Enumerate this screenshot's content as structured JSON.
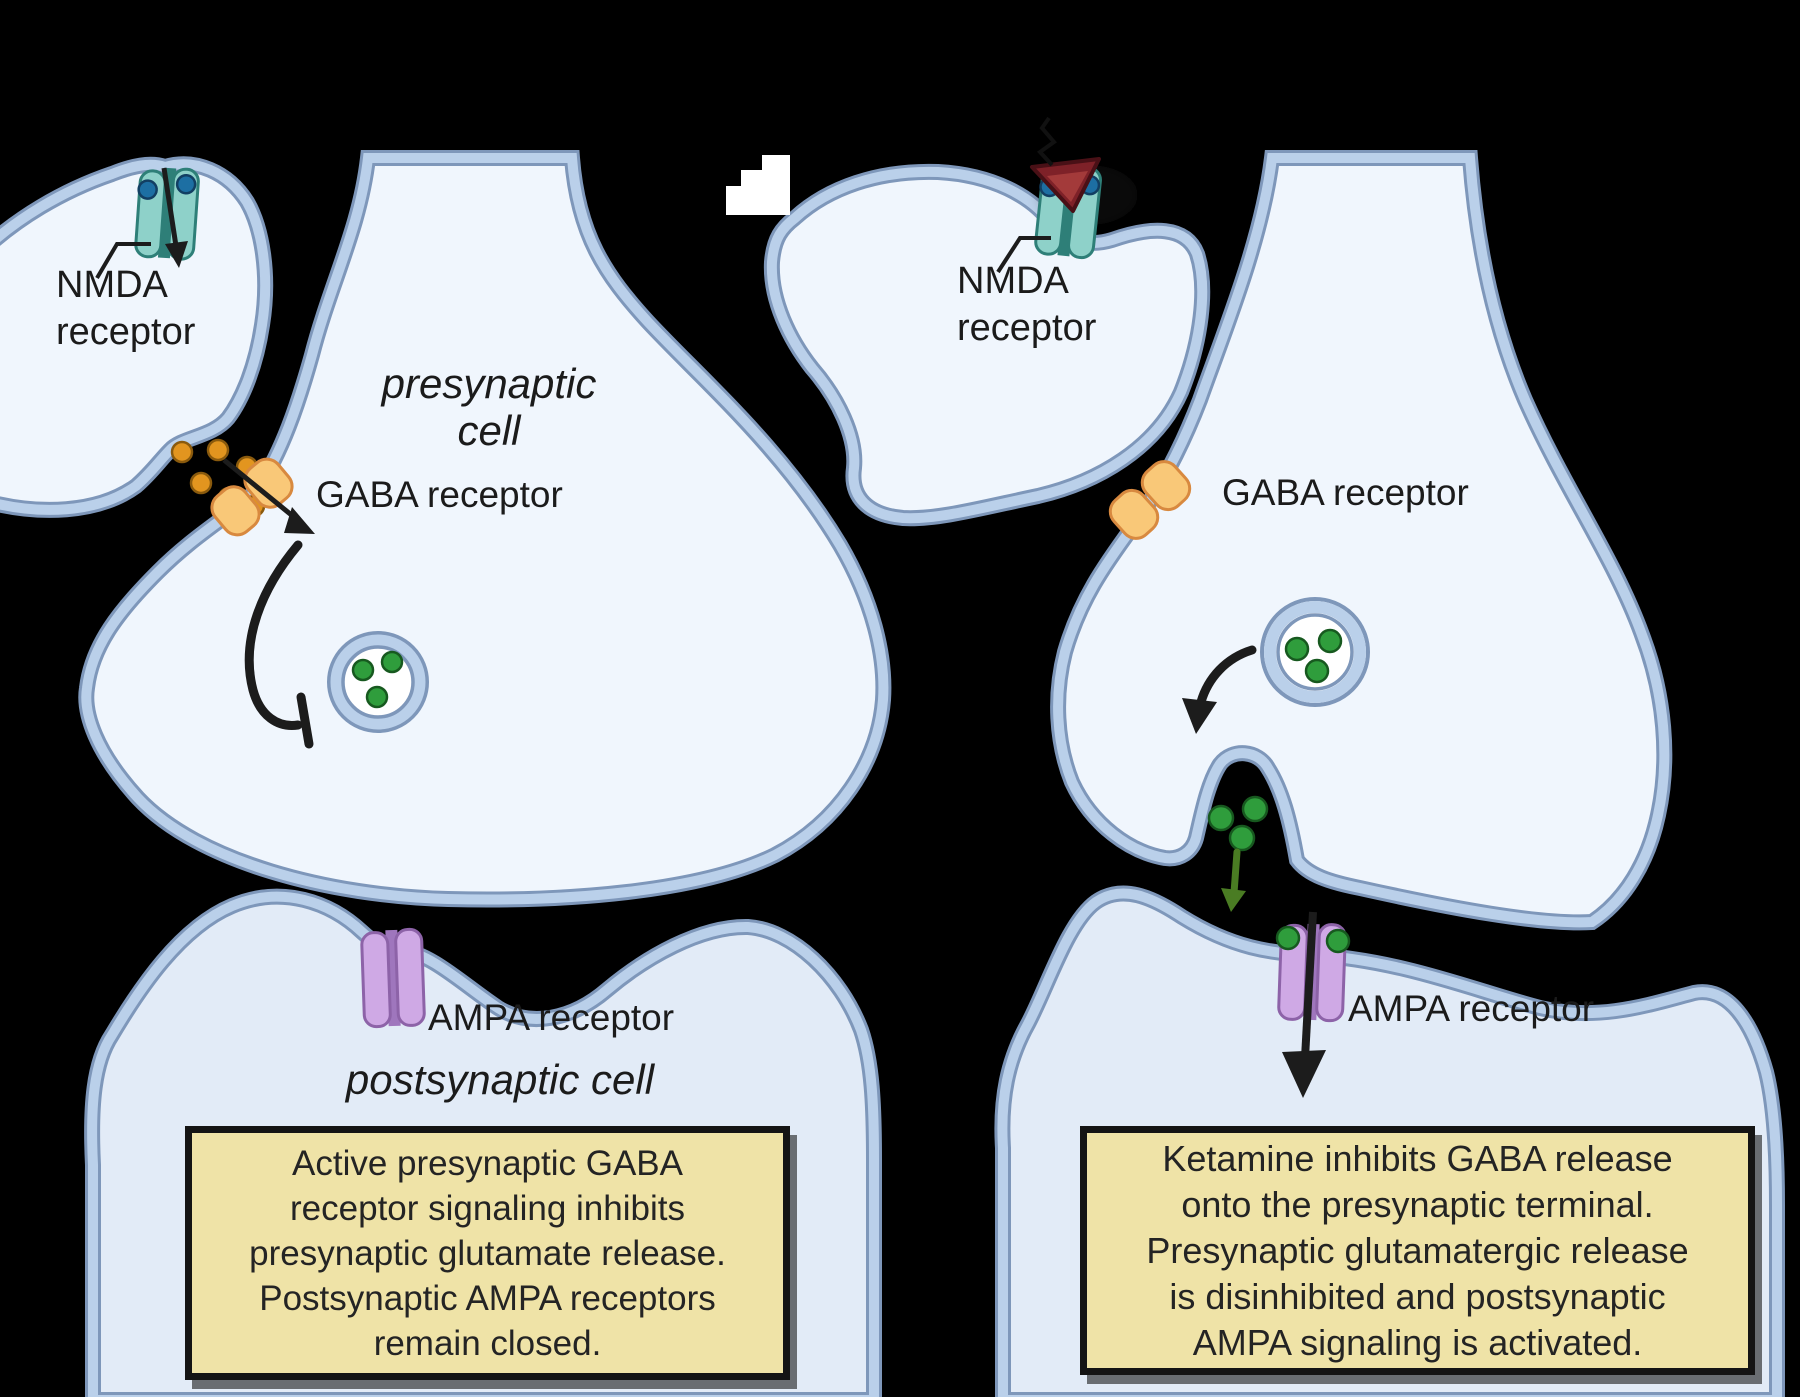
{
  "figure": {
    "type": "biology-synapse-diagram",
    "background_color": "#000000",
    "panels": {
      "left": {
        "nmda_label": "NMDA\nreceptor",
        "presynaptic_label": "presynaptic\ncell",
        "gaba_label": "GABA receptor",
        "ampa_label": "AMPA receptor",
        "postsynaptic_label": "postsynaptic cell",
        "caption": "Active presynaptic GABA\nreceptor signaling inhibits\npresynaptic glutamate release.\nPostsynaptic AMPA receptors\nremain closed."
      },
      "right": {
        "nmda_label": "NMDA\nreceptor",
        "gaba_label": "GABA receptor",
        "ampa_label": "AMPA receptor",
        "caption": "Ketamine inhibits GABA release\nonto the presynaptic terminal.\nPresynaptic glutamatergic release\nis disinhibited and postsynaptic\nAMPA signaling is activated."
      }
    },
    "icons": {
      "nmda_receptor_icon": "teal two-subunit channel with blue glycine/glutamate dots",
      "gaba_receptor_icon": "orange bowtie receptor",
      "ampa_receptor_icon": "purple two-subunit channel",
      "ketamine_icon": "dark red triangle blocking NMDA receptor",
      "vesicle_icon": "membrane-ringed vesicle with glutamate dots",
      "inhibition_arrow_icon": "curved black line ending in T-bar",
      "activation_arrow_icon": "black arrow through receptor"
    },
    "colors": {
      "membrane_band": "#bad0ea",
      "membrane_edge": "#7e97ba",
      "presynaptic_fill": "#f0f6fd",
      "postsynaptic_fill": "#e2ebf7",
      "nmda_teal": "#8ed1c9",
      "nmda_teal_edge": "#2e7f78",
      "gaba_orange": "#f9c878",
      "gaba_orange_edge": "#d8893f",
      "ampa_purple": "#cfa9e5",
      "ampa_purple_edge": "#8d63a8",
      "glutamate_green": "#2f9d3c",
      "gaba_dot_orange": "#e2951f",
      "ketamine_red": "#7e2128",
      "caption_bg": "#efe3a7",
      "arrow_black": "#1c1c1c",
      "green_arrow": "#4a7c23"
    }
  }
}
